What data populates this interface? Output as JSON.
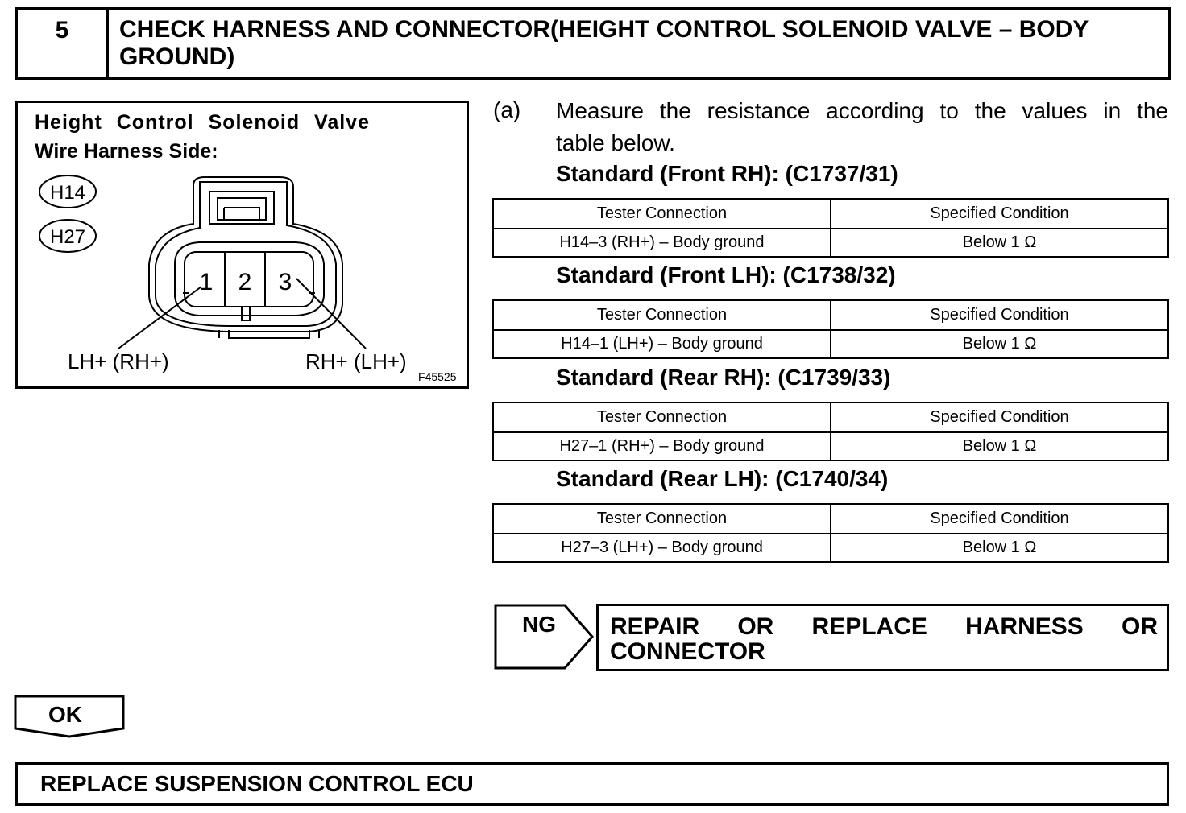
{
  "header": {
    "step_number": "5",
    "title": "CHECK HARNESS AND CONNECTOR(HEIGHT CONTROL SOLENOID VALVE – BODY GROUND)"
  },
  "figure": {
    "title_line1": "Height Control Solenoid Valve",
    "title_line2": "Wire Harness Side:",
    "connector_codes": [
      "H14",
      "H27"
    ],
    "pins": [
      "1",
      "2",
      "3"
    ],
    "label_left": "LH+ (RH+)",
    "label_right": "RH+ (LH+)",
    "figure_id": "F45525"
  },
  "instruction": {
    "letter": "(a)",
    "line1": "Measure the resistance according to the values in the",
    "line2": "table below."
  },
  "table_headers": {
    "col1": "Tester Connection",
    "col2": "Specified Condition"
  },
  "standards": [
    {
      "heading": "Standard (Front RH): (C1737/31)",
      "connection": "H14–3 (RH+) – Body ground",
      "condition": "Below 1 Ω"
    },
    {
      "heading": "Standard (Front LH): (C1738/32)",
      "connection": "H14–1 (LH+) – Body ground",
      "condition": "Below 1 Ω"
    },
    {
      "heading": "Standard (Rear RH): (C1739/33)",
      "connection": "H27–1 (RH+) – Body ground",
      "condition": "Below 1 Ω"
    },
    {
      "heading": "Standard (Rear LH): (C1740/34)",
      "connection": "H27–3 (LH+) – Body ground",
      "condition": "Below 1 Ω"
    }
  ],
  "ng": {
    "label": "NG",
    "action_line1": "REPAIR OR REPLACE HARNESS OR",
    "action_line2": "CONNECTOR"
  },
  "ok": {
    "label": "OK",
    "action": "REPLACE SUSPENSION CONTROL ECU"
  }
}
